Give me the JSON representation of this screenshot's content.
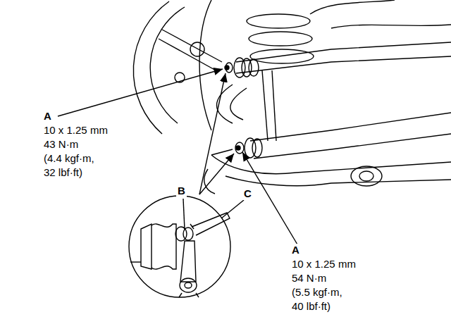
{
  "diagram": {
    "labels": [
      "A",
      "10 x 1.25 mm",
      "43 N·m",
      "(4.4 kgf·m,",
      "32 lbf·ft)",
      "B",
      "C",
      "A",
      "10 x 1.25 mm",
      "54 N·m",
      "(5.5 kgf·m,",
      "40 lbf·ft)"
    ]
  }
}
